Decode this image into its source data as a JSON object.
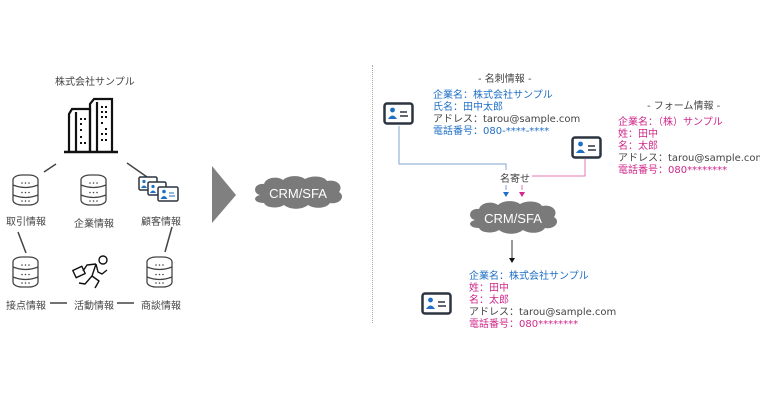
{
  "left": {
    "company_title": "株式会社サンプル",
    "nodes": {
      "transactions": "取引情報",
      "company": "企業情報",
      "customer": "顧客情報",
      "contact": "接点情報",
      "activity": "活動情報",
      "negotiation": "商談情報"
    }
  },
  "center": {
    "cloud_label": "CRM/SFA"
  },
  "right": {
    "card_section": {
      "title": "- 名刺情報 -",
      "lines": [
        {
          "text": "企業名：株式会社サンプル",
          "color": "blue"
        },
        {
          "text": "氏名：田中太郎",
          "color": "blue"
        },
        {
          "text": "アドレス：tarou@sample.com",
          "color": "gray"
        },
        {
          "text": "電話番号：080-****-****",
          "color": "blue"
        }
      ]
    },
    "form_section": {
      "title": "- フォーム情報 -",
      "lines": [
        {
          "text": "企業名：（株）サンプル",
          "color": "pink"
        },
        {
          "text": "姓：田中",
          "color": "pink"
        },
        {
          "text": "名：太郎",
          "color": "pink"
        },
        {
          "text": "アドレス：tarou@sample.com",
          "color": "gray"
        },
        {
          "text": "電話番号：080********",
          "color": "pink"
        }
      ]
    },
    "merge_label": "名寄せ",
    "cloud_label": "CRM/SFA",
    "result": {
      "lines": [
        {
          "text": "企業名：株式会社サンプル",
          "color": "blue"
        },
        {
          "text": "姓：田中",
          "color": "pink"
        },
        {
          "text": "名：太郎",
          "color": "pink"
        },
        {
          "text": "アドレス：tarou@sample.com",
          "color": "gray"
        },
        {
          "text": "電話番号：080********",
          "color": "pink"
        }
      ]
    }
  },
  "colors": {
    "blue": "#1f6fc5",
    "pink": "#d0288a",
    "cloud": "#7a7a7a",
    "arrow": "#808080",
    "icon_dark": "#2b3440",
    "icon_blue": "#1f6fc5"
  }
}
